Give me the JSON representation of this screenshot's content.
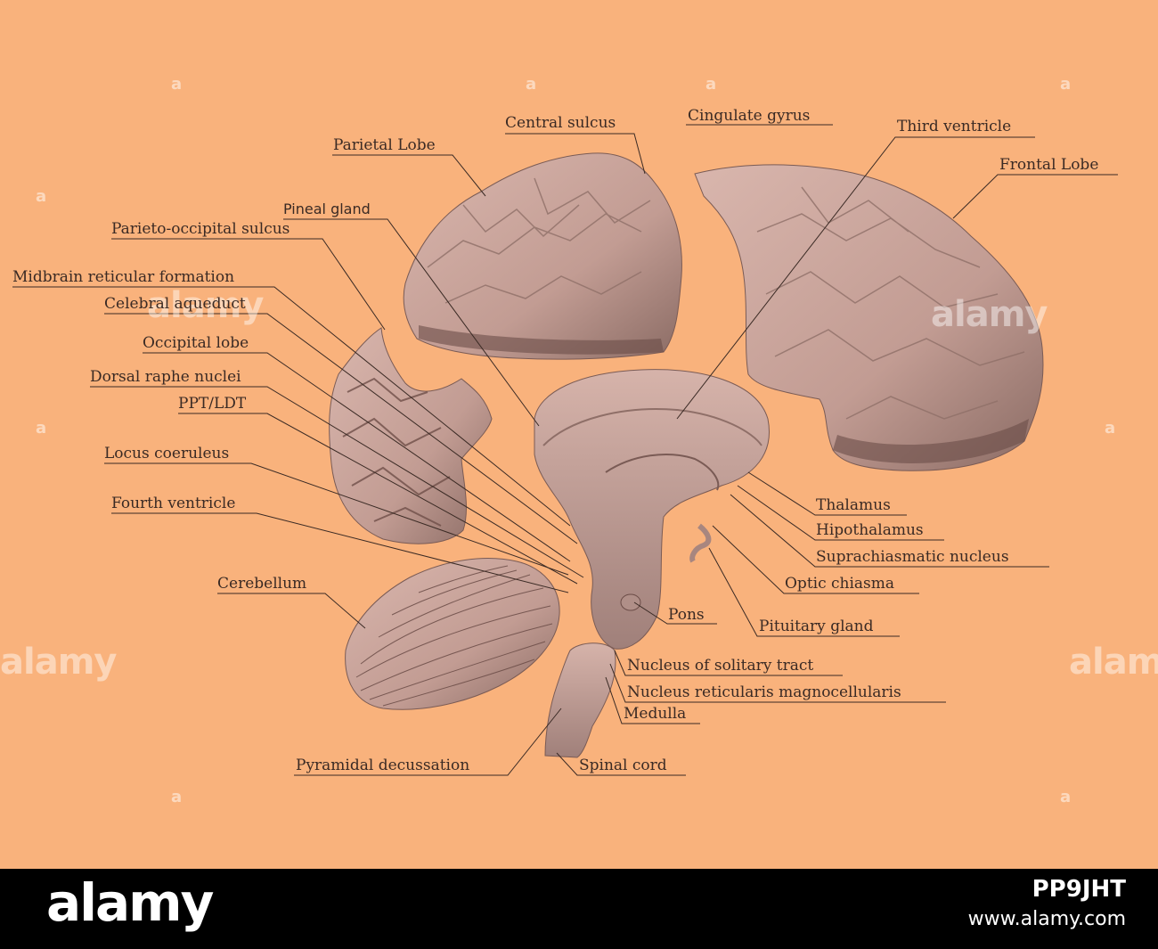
{
  "colors": {
    "background": "#f9b27c",
    "tissue": "#c9a49c",
    "tissue_dark": "#7a5b55",
    "line": "#3a2a24",
    "footer": "#000000"
  },
  "labels": {
    "central_sulcus": "Central sulcus",
    "cingulate_gyrus": "Cingulate gyrus",
    "third_ventricle": "Third ventricle",
    "frontal_lobe": "Frontal Lobe",
    "parietal_lobe": "Parietal Lobe",
    "pineal_gland": "Pineal gland",
    "parieto_occipital_sulcus": "Parieto-occipital sulcus",
    "midbrain_reticular_formation": "Midbrain reticular formation",
    "celebral_aqueduct": "Celebral aqueduct",
    "occipital_lobe": "Occipital lobe",
    "dorsal_raphe_nuclei": "Dorsal raphe nuclei",
    "ppt_ldt": "PPT/LDT",
    "locus_coeruleus": "Locus coeruleus",
    "fourth_ventricle": "Fourth ventricle",
    "cerebellum": "Cerebellum",
    "thalamus": "Thalamus",
    "hipothalamus": "Hipothalamus",
    "suprachiasmatic_nucleus": "Suprachiasmatic nucleus",
    "optic_chiasma": "Optic chiasma",
    "pons": "Pons",
    "pituitary_gland": "Pituitary gland",
    "nucleus_of_solitary_tract": "Nucleus of solitary tract",
    "nucleus_reticularis_magnocellularis": "Nucleus reticularis magnocellularis",
    "medulla": "Medulla",
    "pyramidal_decussation": "Pyramidal decussation",
    "spinal_cord": "Spinal cord"
  },
  "watermark": {
    "text": "alamy",
    "letter": "a"
  },
  "footer": {
    "logo": "alamy",
    "image_code": "PP9JHT",
    "domain": "www.alamy.com"
  }
}
